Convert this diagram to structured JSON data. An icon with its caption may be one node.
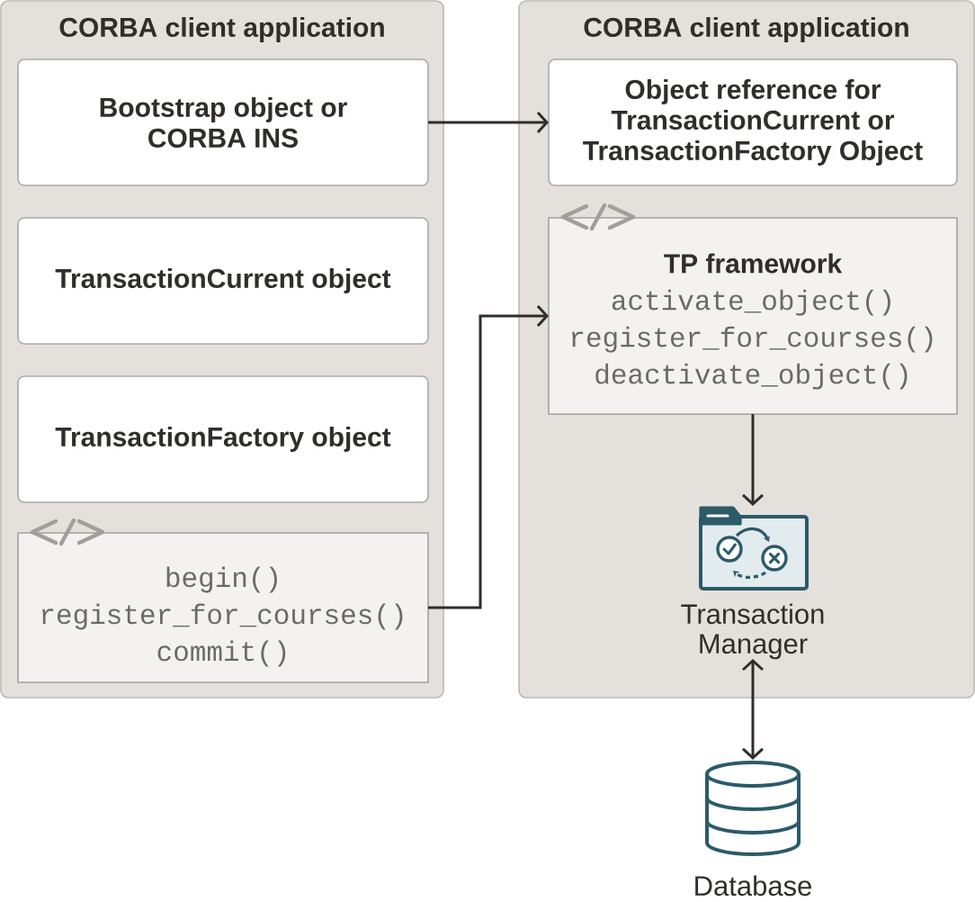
{
  "diagram": {
    "nodes": [
      {
        "text": [
          "CORBA client application"
        ]
      },
      {
        "text": [
          "Bootstrap object or CORBA INS"
        ],
        "in": 0
      },
      {
        "text": [
          "TransactionCurrent object"
        ],
        "in": 0
      },
      {
        "text": [
          "TransactionFactory object"
        ],
        "in": 0
      },
      {
        "text": [
          "begin()",
          "register_for_courses()",
          "commit()"
        ],
        "in": 0
      },
      {
        "text": [
          "CORBA client application"
        ]
      },
      {
        "text": [
          "Object reference for TransactionCurrent or TransactionFactory Object"
        ],
        "in": 5
      },
      {
        "text": [
          "TP framework",
          "activate_object()",
          "register_for_courses()",
          "deactivate_object()"
        ],
        "in": 5
      },
      {
        "text": [
          "Transaction Manager"
        ],
        "in": 5
      },
      {
        "text": [
          "Database"
        ]
      }
    ],
    "edges": [
      {
        "from": 1,
        "to": 6,
        "arrow": "to"
      },
      {
        "from": 4,
        "to": 7,
        "arrow": "to"
      },
      {
        "from": 7,
        "to": 8,
        "arrow": "to"
      },
      {
        "from": 8,
        "to": 9,
        "arrow": "both"
      }
    ]
  }
}
